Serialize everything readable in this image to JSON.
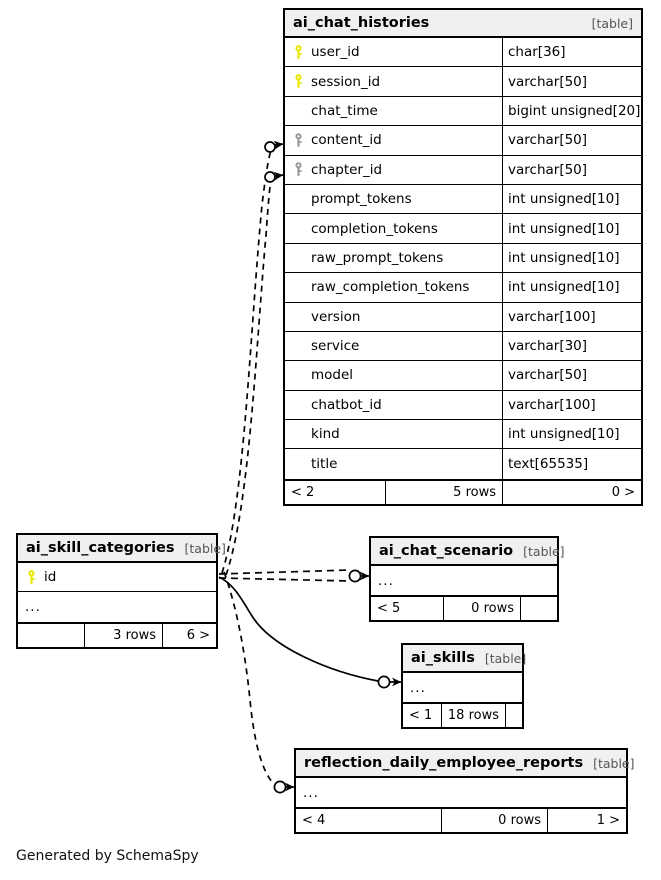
{
  "diagram": {
    "credit": "Generated by SchemaSpy",
    "table_tag": "[table]",
    "ellipsis": "...",
    "colors": {
      "primary_key": "#e8e800",
      "foreign_key": "#999999",
      "header_bg": "#f0f0f0",
      "border": "#000000",
      "background": "#ffffff"
    }
  },
  "tables": {
    "ai_chat_histories": {
      "name": "ai_chat_histories",
      "tag": "[table]",
      "columns": [
        {
          "name": "user_id",
          "type": "char[36]",
          "key": "primary"
        },
        {
          "name": "session_id",
          "type": "varchar[50]",
          "key": "primary"
        },
        {
          "name": "chat_time",
          "type": "bigint unsigned[20]",
          "key": "none"
        },
        {
          "name": "content_id",
          "type": "varchar[50]",
          "key": "foreign"
        },
        {
          "name": "chapter_id",
          "type": "varchar[50]",
          "key": "foreign"
        },
        {
          "name": "prompt_tokens",
          "type": "int unsigned[10]",
          "key": "none"
        },
        {
          "name": "completion_tokens",
          "type": "int unsigned[10]",
          "key": "none"
        },
        {
          "name": "raw_prompt_tokens",
          "type": "int unsigned[10]",
          "key": "none"
        },
        {
          "name": "raw_completion_tokens",
          "type": "int unsigned[10]",
          "key": "none"
        },
        {
          "name": "version",
          "type": "varchar[100]",
          "key": "none"
        },
        {
          "name": "service",
          "type": "varchar[30]",
          "key": "none"
        },
        {
          "name": "model",
          "type": "varchar[50]",
          "key": "none"
        },
        {
          "name": "chatbot_id",
          "type": "varchar[100]",
          "key": "none"
        },
        {
          "name": "kind",
          "type": "int unsigned[10]",
          "key": "none"
        },
        {
          "name": "title",
          "type": "text[65535]",
          "key": "none"
        }
      ],
      "footer": {
        "left": "< 2",
        "middle": "5 rows",
        "right": "0 >"
      }
    },
    "ai_skill_categories": {
      "name": "ai_skill_categories",
      "tag": "[table]",
      "columns": [
        {
          "name": "id",
          "type": "",
          "key": "primary"
        },
        {
          "name": "...",
          "type": "",
          "key": "none"
        }
      ],
      "footer": {
        "left": "",
        "middle": "3 rows",
        "right": "6 >"
      }
    },
    "ai_chat_scenario": {
      "name": "ai_chat_scenario",
      "tag": "[table]",
      "columns": [
        {
          "name": "...",
          "type": "",
          "key": "none"
        }
      ],
      "footer": {
        "left": "< 5",
        "middle": "0 rows",
        "right": ""
      }
    },
    "ai_skills": {
      "name": "ai_skills",
      "tag": "[table]",
      "columns": [
        {
          "name": "...",
          "type": "",
          "key": "none"
        }
      ],
      "footer": {
        "left": "< 1",
        "middle": "18 rows",
        "right": ""
      }
    },
    "reflection_daily_employee_reports": {
      "name": "reflection_daily_employee_reports",
      "tag": "[table]",
      "columns": [
        {
          "name": "...",
          "type": "",
          "key": "none"
        }
      ],
      "footer": {
        "left": "< 4",
        "middle": "0 rows",
        "right": "1 >"
      }
    }
  },
  "relationships": [
    {
      "from": "ai_skill_categories",
      "to": "ai_chat_histories.content_id",
      "style": "dashed"
    },
    {
      "from": "ai_skill_categories",
      "to": "ai_chat_histories.chapter_id",
      "style": "dashed"
    },
    {
      "from": "ai_skill_categories",
      "to": "ai_chat_scenario",
      "style": "dashed"
    },
    {
      "from": "ai_skill_categories",
      "to": "ai_chat_scenario",
      "style": "dashed"
    },
    {
      "from": "ai_skill_categories",
      "to": "ai_skills",
      "style": "solid"
    },
    {
      "from": "ai_skill_categories",
      "to": "reflection_daily_employee_reports",
      "style": "dashed"
    }
  ]
}
